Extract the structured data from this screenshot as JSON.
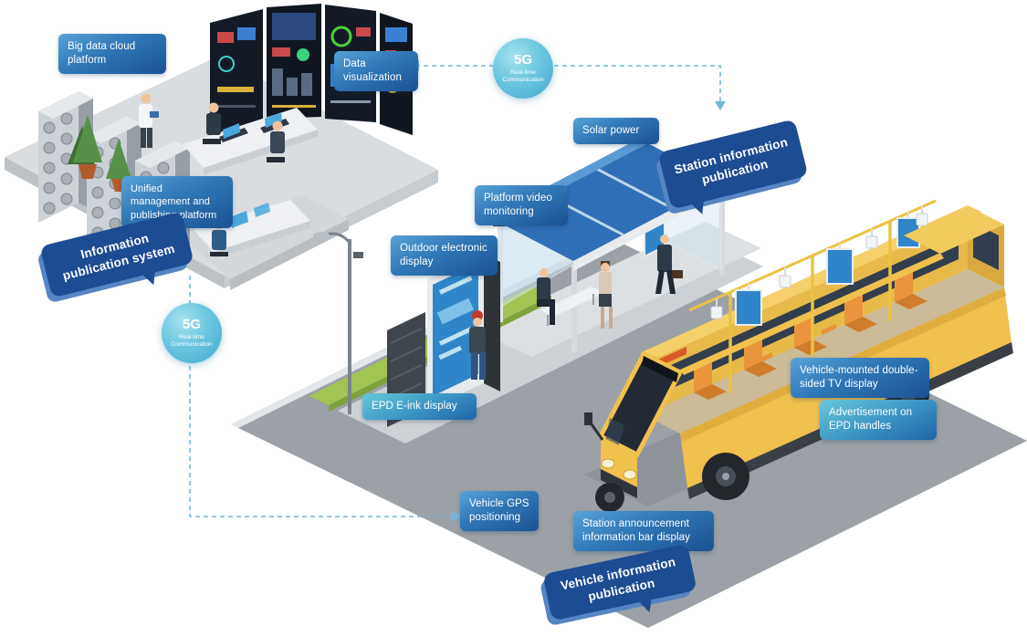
{
  "scene": {
    "labels": {
      "big_data_cloud": "Big data cloud platform",
      "data_visualization": "Data visualization",
      "solar_power": "Solar power",
      "platform_video": "Platform video monitoring",
      "outdoor_display": "Outdoor electronic display",
      "unified_platform": "Unified management and publishing platform",
      "epd_eink": "EPD E-ink display",
      "vehicle_tv": "Vehicle-mounted double-sided TV display",
      "epd_handles": "Advertisement on EPD handles",
      "vehicle_gps": "Vehicle GPS positioning",
      "station_announcement": "Station announcement information bar display"
    },
    "bubbles": {
      "information_publication": "Information publication system",
      "station_information": "Station information publication",
      "vehicle_information": "Vehicle information publication"
    },
    "badge_5g": {
      "title": "5G",
      "subtitle": "Real-time Communication"
    }
  },
  "colors": {
    "label_blue": "#2f77b6",
    "label_teal": "#3a93c4",
    "bubble_navy": "#1c4c92",
    "badge_cyan": "#55b8d8",
    "bus_yellow": "#f1c14d",
    "solar_blue": "#2f6fb5",
    "connector_blue": "#74b6d8"
  }
}
